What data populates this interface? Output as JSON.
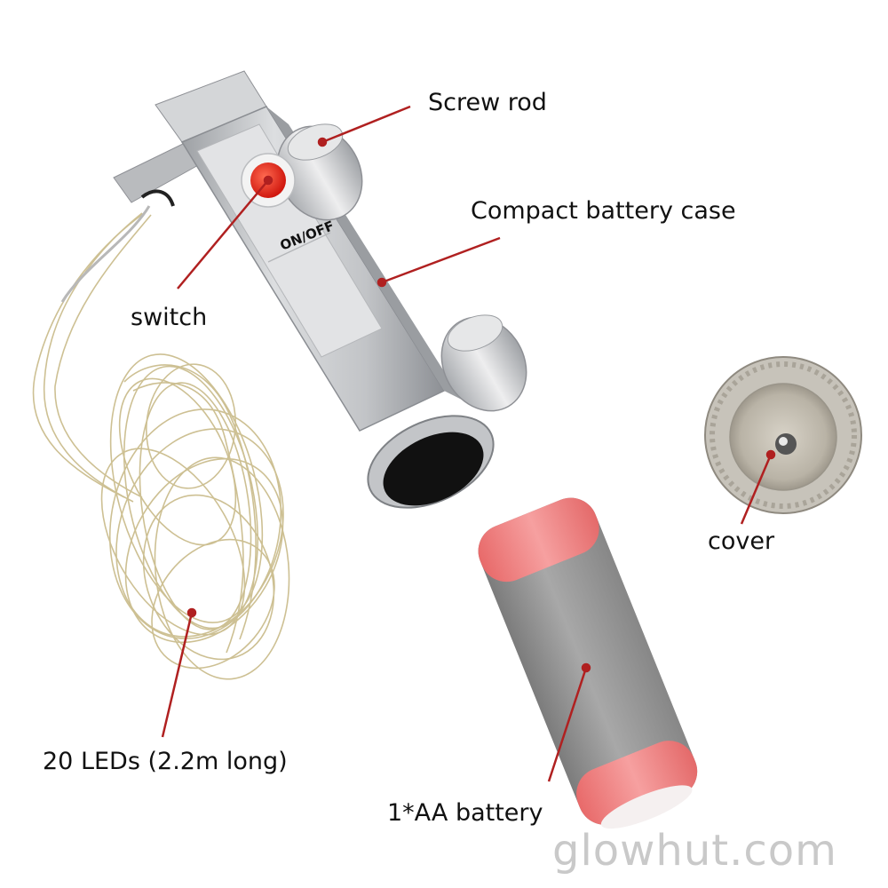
{
  "labels": {
    "screw_rod": "Screw rod",
    "battery_case": "Compact battery case",
    "switch": "switch",
    "cover": "cover",
    "leds": "20 LEDs (2.2m long)",
    "battery": "1*AA battery"
  },
  "device": {
    "switch_text": "ON/OFF"
  },
  "watermark": "glowhut.com",
  "colors": {
    "pointer": "#b02020",
    "switch_button": "#e52820",
    "battery_band": "#ef7d7d",
    "battery_body": "#8f8f8f",
    "housing": "#c4c6c9",
    "wire": "#c8b98a"
  }
}
